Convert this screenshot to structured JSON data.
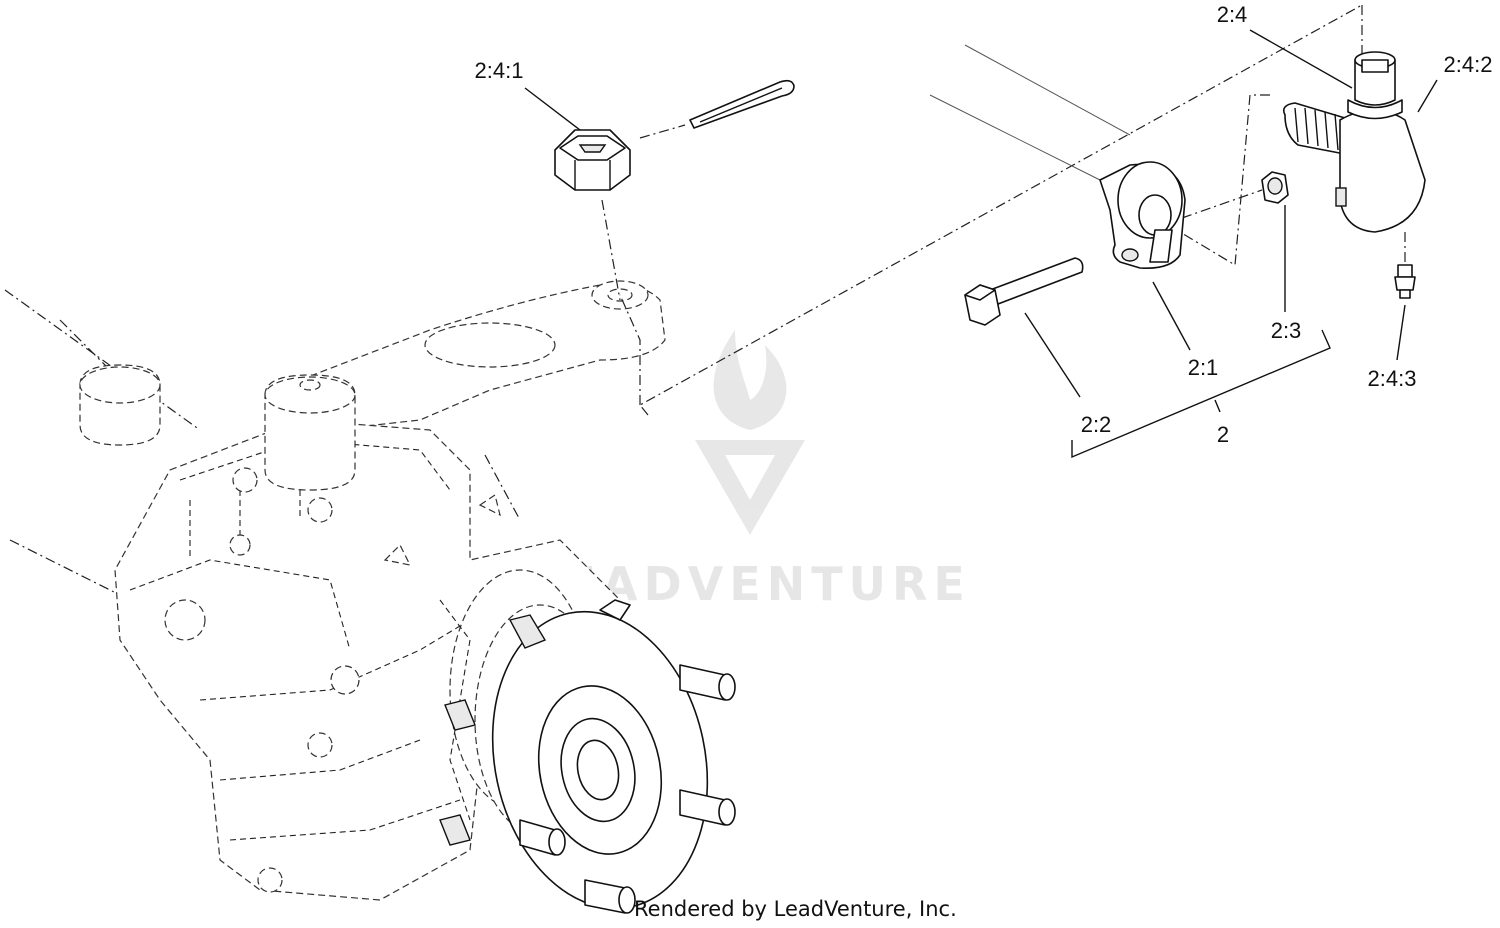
{
  "callouts": {
    "c_2_4_1": "2:4:1",
    "c_2_4": "2:4",
    "c_2_4_2": "2:4:2",
    "c_2_3": "2:3",
    "c_2_1": "2:1",
    "c_2_4_3": "2:4:3",
    "c_2_2": "2:2",
    "c_2": "2"
  },
  "watermark": {
    "logo_icon": "leadventure-flame-v-logo",
    "brand_text": "LEADVENTURE"
  },
  "footer": {
    "credit": "Rendered by LeadVenture, Inc."
  }
}
